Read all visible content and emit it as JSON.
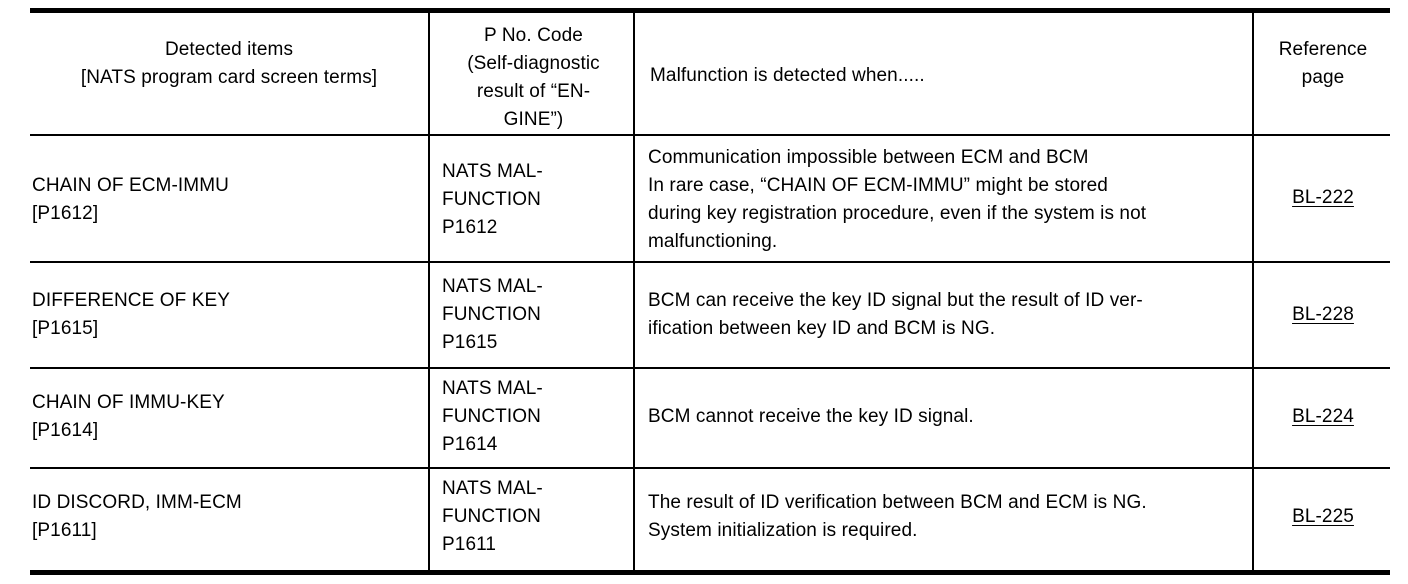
{
  "table": {
    "columns": [
      {
        "id": "detected-items",
        "header_lines": [
          "Detected items",
          "[NATS program card screen terms]"
        ]
      },
      {
        "id": "p-no-code",
        "header_lines": [
          "P No. Code",
          "(Self-diagnostic",
          "result of “EN-",
          "GINE”)"
        ]
      },
      {
        "id": "malfunction-condition",
        "header_lines": [
          "Malfunction is detected when....."
        ]
      },
      {
        "id": "reference-page",
        "header_lines": [
          "Reference",
          "page"
        ]
      }
    ],
    "rows": [
      {
        "detected_items": [
          "CHAIN OF ECM-IMMU",
          "[P1612]"
        ],
        "p_no_code": [
          "NATS MAL-",
          "FUNCTION",
          "P1612"
        ],
        "malfunction": [
          "Communication impossible between ECM and BCM",
          "In rare case, “CHAIN OF ECM-IMMU” might be stored",
          "during key registration procedure, even if the system is not",
          "malfunctioning."
        ],
        "reference_page": "BL-222"
      },
      {
        "detected_items": [
          "DIFFERENCE OF KEY",
          "[P1615]"
        ],
        "p_no_code": [
          "NATS MAL-",
          "FUNCTION",
          "P1615"
        ],
        "malfunction": [
          "BCM can receive the key ID signal but the result of ID ver-",
          "ification between key ID and BCM is NG."
        ],
        "reference_page": "BL-228"
      },
      {
        "detected_items": [
          "CHAIN OF IMMU-KEY",
          "[P1614]"
        ],
        "p_no_code": [
          "NATS MAL-",
          "FUNCTION",
          "P1614"
        ],
        "malfunction": [
          "BCM cannot receive the key ID signal."
        ],
        "reference_page": "BL-224"
      },
      {
        "detected_items": [
          "ID DISCORD, IMM-ECM",
          "[P1611]"
        ],
        "p_no_code": [
          "NATS MAL-",
          "FUNCTION",
          "P1611"
        ],
        "malfunction": [
          "The result of ID verification between BCM and ECM is NG.",
          "System initialization is required."
        ],
        "reference_page": "BL-225"
      }
    ]
  },
  "colors": {
    "ink": "#000000",
    "paper": "#ffffff"
  }
}
